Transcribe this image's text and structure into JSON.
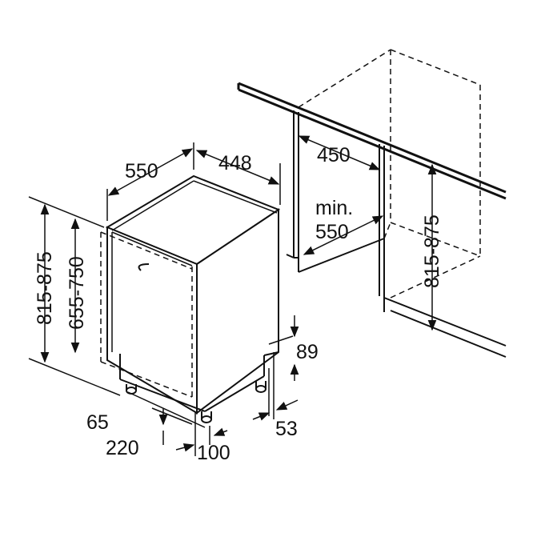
{
  "dimensions": {
    "depth_550": "550",
    "width_448": "448",
    "cavity_depth_450": "450",
    "min_label": "min.",
    "min_value": "550",
    "niche_height": "815-875",
    "appliance_height": "815-875",
    "door_height": "655-750",
    "plinth_89": "89",
    "plinth_53": "53",
    "foot_65": "65",
    "foot_220": "220",
    "foot_100": "100"
  },
  "colors": {
    "line": "#111111",
    "background": "#ffffff"
  }
}
